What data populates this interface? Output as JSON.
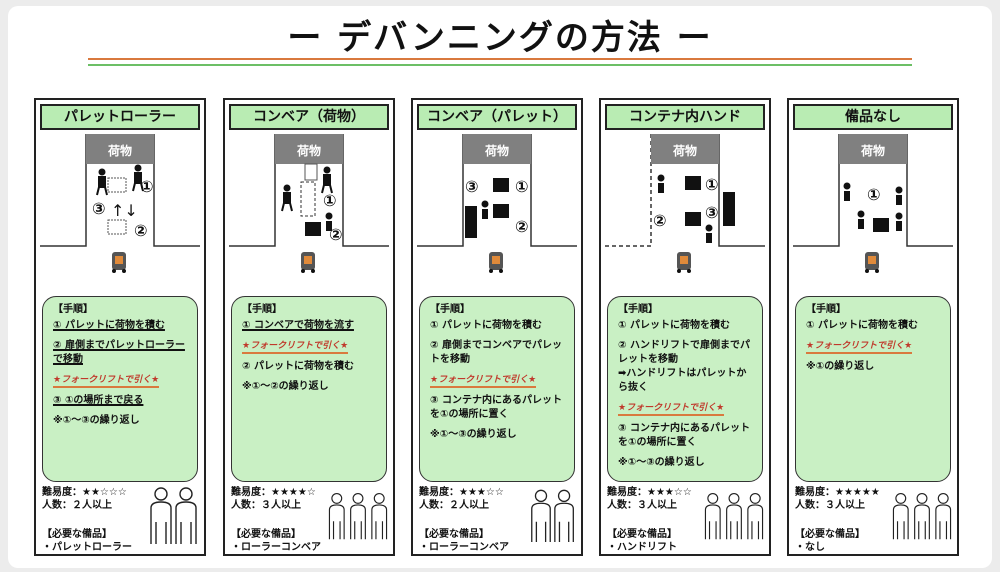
{
  "title": "ー デバンニングの方法 ー",
  "colors": {
    "header_green": "#b9ecb3",
    "box_green": "#c9f0c4",
    "cargo_gray": "#808080",
    "accent_orange": "#d9793e",
    "accent_green": "#6cbf66"
  },
  "labels": {
    "cargo": "荷物",
    "pallet": "パレット",
    "roller": "パレットローラー",
    "n1": "①",
    "n2": "②",
    "n3": "③",
    "difficulty_prefix": "難易度：",
    "people_prefix": "人数：",
    "equipment_title": "【必要な備品】",
    "steps_title": "【手順】",
    "forklift_note": "★フォークリフトで引く★"
  },
  "methods": [
    {
      "name": "パレットローラー",
      "steps": [
        "① パレットに荷物を積む",
        "② 扉側までパレットローラーで移動",
        "③ ①の場所まで戻る",
        "※①～③の繰り返し"
      ],
      "difficulty": "★★☆☆☆",
      "people": "２人以上",
      "equipment": "・パレットローラー",
      "people_count": 2
    },
    {
      "name": "コンベア（荷物）",
      "steps": [
        "① コンベアで荷物を流す",
        "② パレットに荷物を積む",
        "※①～②の繰り返し"
      ],
      "difficulty": "★★★★☆",
      "people": "３人以上",
      "equipment": "・ローラーコンベア",
      "people_count": 3
    },
    {
      "name": "コンベア（パレット）",
      "steps": [
        "① パレットに荷物を積む",
        "② 扉側までコンベアでパレットを移動",
        "③ コンテナ内にあるパレットを①の場所に置く",
        "※①～③の繰り返し"
      ],
      "difficulty": "★★★☆☆",
      "people": "２人以上",
      "equipment": "・ローラーコンベア",
      "people_count": 2
    },
    {
      "name": "コンテナ内ハンド",
      "steps": [
        "① パレットに荷物を積む",
        "② ハンドリフトで扉側までパレットを移動",
        "➡ハンドリフトはパレットから抜く",
        "③ コンテナ内にあるパレットを①の場所に置く",
        "※①～③の繰り返し"
      ],
      "difficulty": "★★★☆☆",
      "people": "３人以上",
      "equipment": "・ハンドリフト",
      "people_count": 3
    },
    {
      "name": "備品なし",
      "steps": [
        "① パレットに荷物を積む",
        "※①の繰り返し"
      ],
      "difficulty": "★★★★★",
      "people": "３人以上",
      "equipment": "・なし",
      "people_count": 3
    }
  ]
}
